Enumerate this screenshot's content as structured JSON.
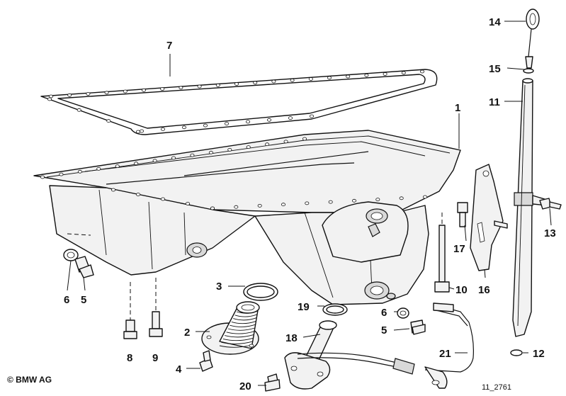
{
  "callouts": {
    "p1": "1",
    "p2": "2",
    "p3": "3",
    "p4": "4",
    "p5a": "5",
    "p5b": "5",
    "p6a": "6",
    "p6b": "6",
    "p7": "7",
    "p8": "8",
    "p9": "9",
    "p10": "10",
    "p11": "11",
    "p12": "12",
    "p13": "13",
    "p14": "14",
    "p15": "15",
    "p16": "16",
    "p17": "17",
    "p18": "18",
    "p19": "19",
    "p20": "20",
    "p21": "21"
  },
  "footer": {
    "copyright": "© BMW AG",
    "drawing_id": "11_2761"
  }
}
